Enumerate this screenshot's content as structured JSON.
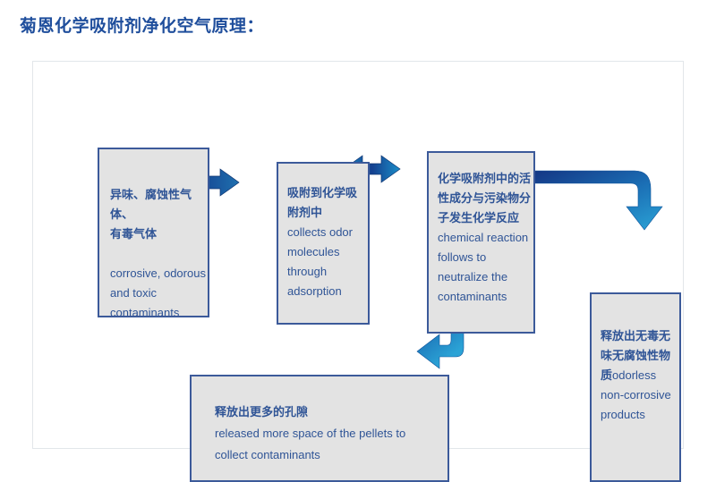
{
  "page": {
    "title": "菊恩化学吸附剂净化空气原理："
  },
  "diagram": {
    "type": "flowchart",
    "colors": {
      "box_fill": "#e3e3e3",
      "box_border": "#3c5a9a",
      "text": "#2f5496",
      "title": "#1f4e9c",
      "arrow_dark": "#1a4a9c",
      "arrow_light": "#2ba3d6",
      "canvas_border": "#e2e6ea"
    },
    "boxes": [
      {
        "id": "input",
        "name": "contaminants-box",
        "cn": "异味、腐蚀性气体、\n有毒气体",
        "en": "corrosive, odorous\nand toxic\ncontaminants"
      },
      {
        "id": "adsorption",
        "name": "adsorption-box",
        "cn": "吸附到化学吸\n附剂中",
        "en": "collects odor\nmolecules\nthrough\nadsorption"
      },
      {
        "id": "reaction",
        "name": "reaction-box",
        "cn": "化学吸附剂中的活\n性成分与污染物分\n子发生化学反应",
        "en": "chemical reaction\nfollows to\nneutralize the\ncontaminants"
      },
      {
        "id": "products",
        "name": "products-box",
        "cn": "释放出无毒无\n味无腐蚀性物\n质",
        "en": "odorless\nnon-corrosive\nproducts"
      },
      {
        "id": "pellets",
        "name": "pellets-box",
        "cn": "释放出更多的孔隙",
        "en": "released more space of the pellets to\ncollect contaminants"
      }
    ],
    "arrows": [
      {
        "id": "a1",
        "name": "arrow-input-to-adsorption",
        "direction": "right",
        "style": "solid"
      },
      {
        "id": "a2",
        "name": "arrow-adsorption-reaction-bidirectional",
        "direction": "both",
        "style": "solid"
      },
      {
        "id": "a3",
        "name": "arrow-pellets-to-adsorption",
        "direction": "up",
        "style": "solid"
      },
      {
        "id": "a4",
        "name": "arrow-reaction-to-products",
        "direction": "elbow-right-down",
        "style": "curved"
      },
      {
        "id": "a5",
        "name": "arrow-reaction-to-pellets",
        "direction": "elbow-down-left",
        "style": "curved"
      }
    ]
  }
}
